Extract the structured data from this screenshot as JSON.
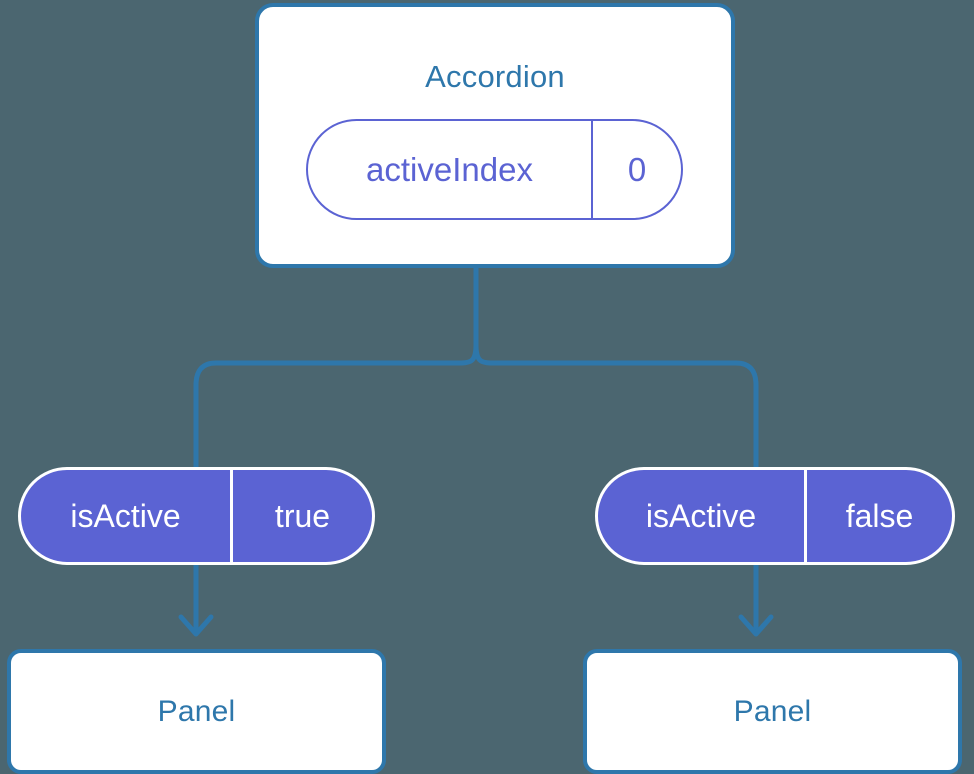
{
  "diagram": {
    "type": "component-tree",
    "background_color": "#4b6670",
    "accent_blue": "#2e77ab",
    "accent_indigo": "#5b63d3",
    "card_background": "#ffffff"
  },
  "root": {
    "title": "Accordion",
    "state_pill": {
      "key": "activeIndex",
      "value": "0"
    }
  },
  "children": [
    {
      "prop_pill": {
        "key": "isActive",
        "value": "true"
      },
      "card_title": "Panel"
    },
    {
      "prop_pill": {
        "key": "isActive",
        "value": "false"
      },
      "card_title": "Panel"
    }
  ],
  "connectors": {
    "branch_line_label": "tree-branch-connector",
    "arrow_left_label": "arrow-down",
    "arrow_right_label": "arrow-down"
  }
}
